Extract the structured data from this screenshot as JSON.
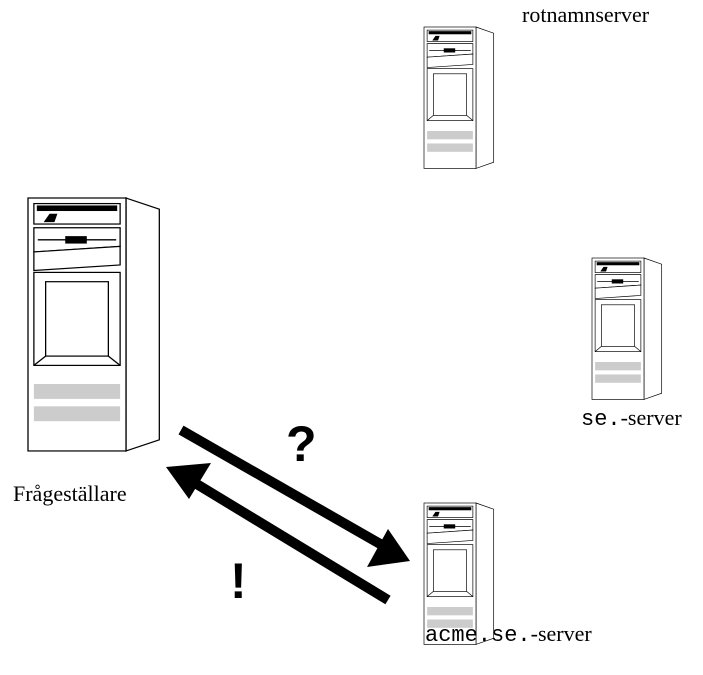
{
  "servers": {
    "root": {
      "label": "rotnamnserver"
    },
    "se": {
      "label_mono": "se.",
      "label_rest": "-server"
    },
    "acme": {
      "label_mono": "acme.se.",
      "label_rest": "-server"
    },
    "client": {
      "label": "Frågeställare"
    }
  },
  "arrows": {
    "query": {
      "symbol": "?"
    },
    "answer": {
      "symbol": "!"
    }
  },
  "colors": {
    "stroke": "#000000",
    "fill": "#ffffff",
    "panel": "#cccccc"
  }
}
